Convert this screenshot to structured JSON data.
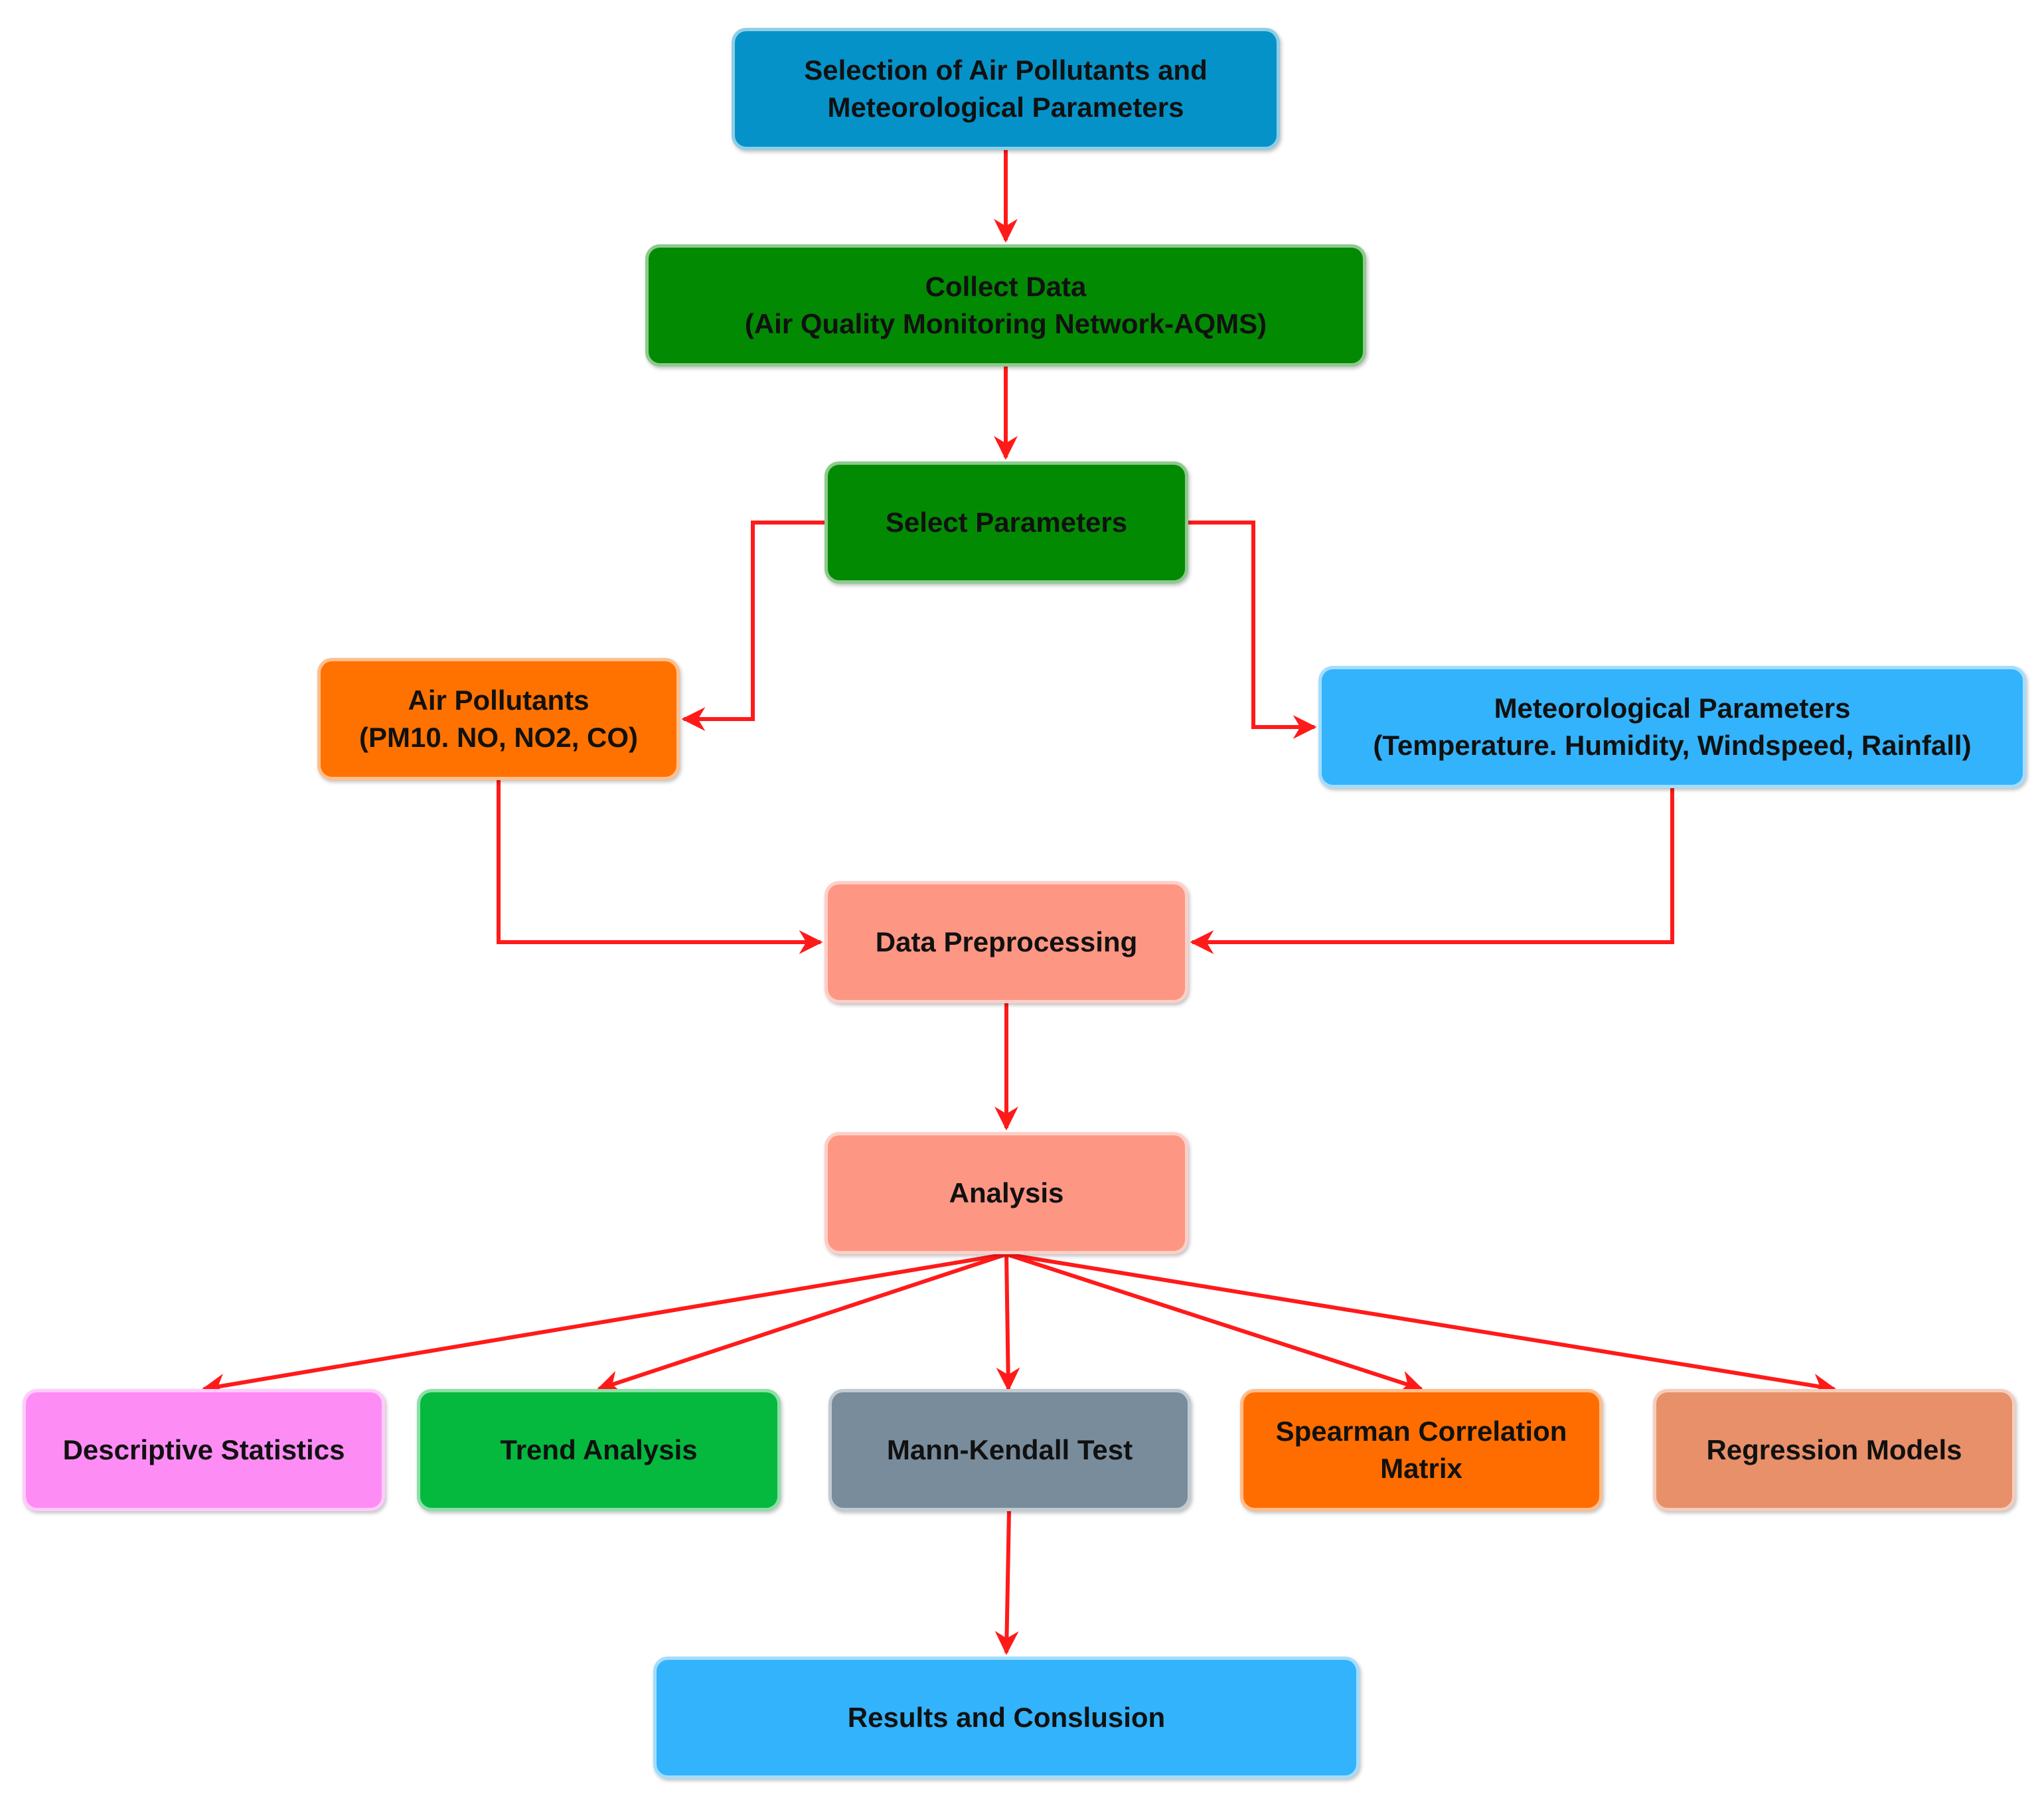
{
  "colors": {
    "arrow": "#ff1a1a",
    "selection": "#0592c8",
    "collect": "#038a03",
    "select_parameters": "#038a03",
    "air_pollutants": "#ff7200",
    "meteorological": "#33b3fb",
    "preprocessing": "#fd9683",
    "analysis": "#fd9683",
    "descriptive": "#fe8cf5",
    "trend": "#04b93e",
    "mann_kendall": "#788c9c",
    "spearman": "#ff6d00",
    "regression": "#e8906a",
    "results": "#33b3fb"
  },
  "nodes": {
    "selection": [
      "Selection of Air Pollutants and",
      "Meteorological Parameters"
    ],
    "collect": [
      "Collect Data",
      "(Air Quality Monitoring Network-AQMS)"
    ],
    "select_parameters": [
      "Select Parameters"
    ],
    "air_pollutants": [
      "Air Pollutants",
      "(PM10. NO, NO2, CO)"
    ],
    "meteorological": [
      "Meteorological Parameters",
      "(Temperature. Humidity, Windspeed, Rainfall)"
    ],
    "preprocessing": [
      "Data Preprocessing"
    ],
    "analysis": [
      "Analysis"
    ],
    "descriptive": [
      "Descriptive Statistics"
    ],
    "trend": [
      "Trend Analysis"
    ],
    "mann_kendall": [
      "Mann-Kendall Test"
    ],
    "spearman": [
      "Spearman Correlation",
      "Matrix"
    ],
    "regression": [
      "Regression Models"
    ],
    "results": [
      "Results and Conslusion"
    ]
  },
  "edges": [
    {
      "from": "selection",
      "to": "collect"
    },
    {
      "from": "collect",
      "to": "select_parameters"
    },
    {
      "from": "select_parameters",
      "to": "air_pollutants"
    },
    {
      "from": "select_parameters",
      "to": "meteorological"
    },
    {
      "from": "air_pollutants",
      "to": "preprocessing"
    },
    {
      "from": "meteorological",
      "to": "preprocessing"
    },
    {
      "from": "preprocessing",
      "to": "analysis"
    },
    {
      "from": "analysis",
      "to": "descriptive"
    },
    {
      "from": "analysis",
      "to": "trend"
    },
    {
      "from": "analysis",
      "to": "mann_kendall"
    },
    {
      "from": "analysis",
      "to": "spearman"
    },
    {
      "from": "analysis",
      "to": "regression"
    },
    {
      "from": "mann_kendall",
      "to": "results"
    }
  ]
}
